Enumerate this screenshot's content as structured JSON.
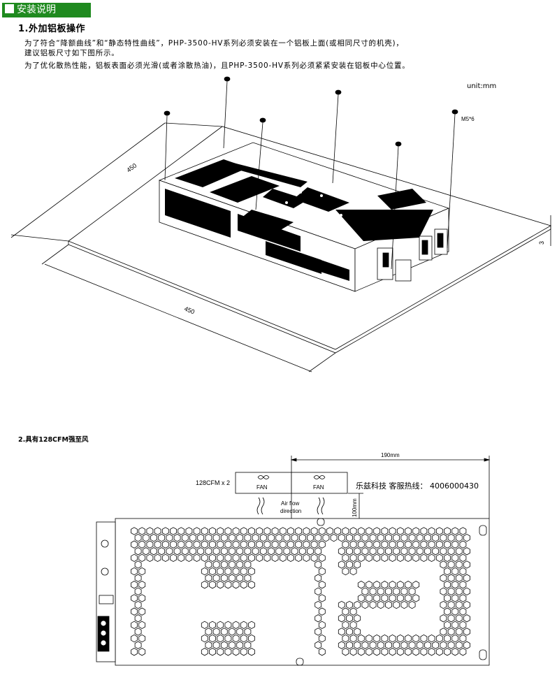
{
  "header": {
    "title": "安装说明"
  },
  "section1": {
    "title": "1.外加铝板操作",
    "lines": [
      "为了符合“降额曲线”和“静态特性曲线”，PHP-3500-HV系列必须安装在一个铝板上面(或相同尺寸的机壳)，",
      "建议铝板尺寸如下图所示。",
      "为了优化散热性能，铝板表面必须光滑(或者涂散热油)，且PHP-3500-HV系列必须紧紧安装在铝板中心位置。"
    ],
    "unit_label": "unit:mm",
    "dim_side": "450",
    "dim_front": "450",
    "dim_thickness": "3",
    "screw_label": "M5*6"
  },
  "section2": {
    "title": "2.具有128CFM强至风",
    "dim_width": "190mm",
    "dim_height": "100mm",
    "fan_count": "128CFM x 2",
    "fan_labels": [
      "FAN",
      "FAN"
    ],
    "airflow_line1": "Air flow",
    "airflow_line2": "direction",
    "hotline": "乐兹科技 客服热线： 4006000430"
  },
  "colors": {
    "header_bg": "#1f8a1f",
    "line": "#000000"
  }
}
